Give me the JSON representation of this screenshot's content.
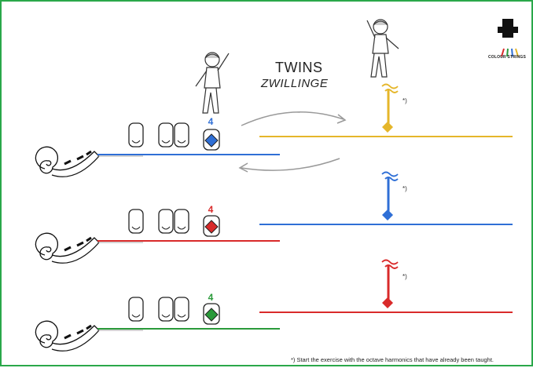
{
  "title": "TWINS",
  "subtitle": "ZWILLINGE",
  "rows": [
    {
      "finger": "4",
      "color": "#2f6fd6"
    },
    {
      "finger": "4",
      "color": "#d92a2a"
    },
    {
      "finger": "4",
      "color": "#2a9a3a"
    }
  ],
  "right_strings": [
    {
      "color": "#e5b62a",
      "mark": "*)"
    },
    {
      "color": "#2f6fd6",
      "mark": "*)"
    },
    {
      "color": "#d92a2a",
      "mark": "*)"
    }
  ],
  "footnote": "*) Start the exercise with the octave harmonics that have already been taught.",
  "logo": {
    "text": "COLOUR STRINGS"
  },
  "colors": {
    "border": "#2aa84a"
  }
}
